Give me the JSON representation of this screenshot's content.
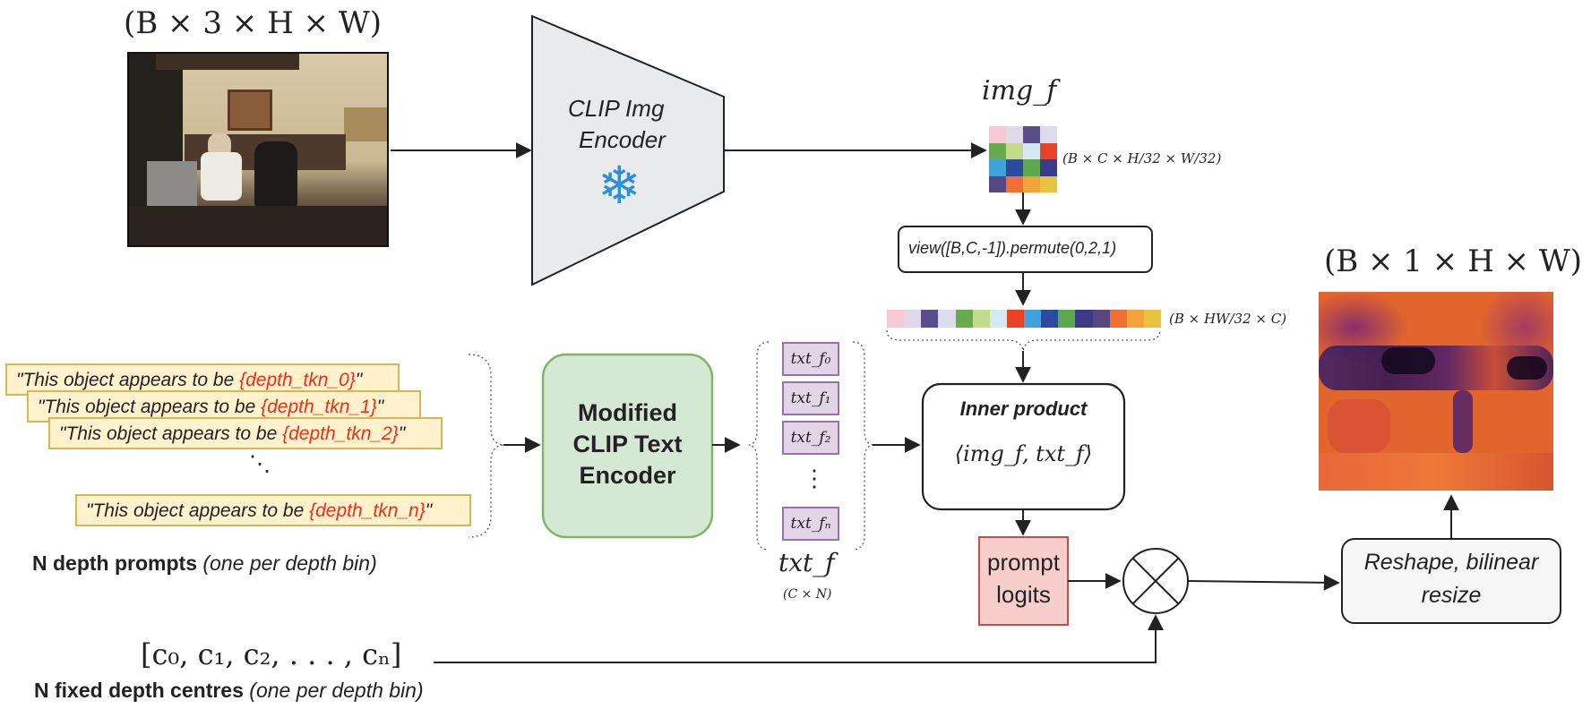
{
  "input": {
    "shape_label": "(B × 3 × H × W)"
  },
  "image_encoder": {
    "line1": "CLIP Img",
    "line2": "Encoder",
    "frozen_icon": "snowflake-icon"
  },
  "img_features": {
    "label": "img_f",
    "shape_label": "(B × C × H/32 × W/32)",
    "grid_colors": [
      "#f7c9d3",
      "#e0d9e9",
      "#5a4e8a",
      "#dcdcec",
      "#6aaa4e",
      "#c3dc8b",
      "#d4e8f5",
      "#e84325",
      "#3fa2db",
      "#2c4aa0",
      "#5da84c",
      "#3b3b8a",
      "#574680",
      "#f07033",
      "#f2a33a",
      "#e6c440"
    ]
  },
  "view_op": {
    "label": "view([B,C,-1]).permute(0,2,1)"
  },
  "flat_features": {
    "shape_label": "(B × HW/32 × C)",
    "strip_colors": [
      "#f7c9d3",
      "#e0d9e9",
      "#5a4e8a",
      "#dcdcec",
      "#6aaa4e",
      "#c3dc8b",
      "#d4e8f5",
      "#e84325",
      "#3fa2db",
      "#2c4aa0",
      "#5da84c",
      "#3b3b8a",
      "#574680",
      "#f07033",
      "#f2a33a",
      "#e6c440"
    ]
  },
  "prompts": {
    "items": [
      {
        "prefix": "\"This object appears to be ",
        "token": "{depth_tkn_0}",
        "suffix": "\""
      },
      {
        "prefix": "\"This object appears to be ",
        "token": "{depth_tkn_1}",
        "suffix": "\""
      },
      {
        "prefix": "\"This object appears to be ",
        "token": "{depth_tkn_2}",
        "suffix": "\""
      },
      {
        "prefix": "\"This object appears to be ",
        "token": "{depth_tkn_n}",
        "suffix": "\""
      }
    ],
    "ellipsis": "⋱",
    "caption_bold": "N depth prompts",
    "caption_italic": "(one per depth bin)"
  },
  "text_encoder": {
    "line1": "Modified",
    "line2": "CLIP Text",
    "line3": "Encoder"
  },
  "text_features": {
    "cells": [
      "txt_f₀",
      "txt_f₁",
      "txt_f₂",
      "txt_fₙ"
    ],
    "vdots": "⋮",
    "label": "txt_f",
    "shape_label": "(C × N)"
  },
  "inner_product": {
    "title": "Inner product",
    "formula": "⟨img_f, txt_f⟩"
  },
  "prompt_logits": {
    "line1": "prompt",
    "line2": "logits",
    "fill": "#f8cecc",
    "stroke": "#b85450"
  },
  "depth_centres": {
    "vector": "[c₀, c₁, c₂, . . . , cₙ]",
    "caption_bold": "N fixed depth centres",
    "caption_italic": "(one per depth bin)"
  },
  "multiply": {
    "icon": "otimes-icon"
  },
  "reshape": {
    "line1": "Reshape, bilinear",
    "line2": "resize"
  },
  "output": {
    "shape_label": "(B × 1 × H × W)"
  },
  "colors": {
    "text_encoder_fill": "#d5e8d4",
    "text_encoder_stroke": "#82b366",
    "prompt_fill": "#fff2cc",
    "prompt_stroke": "#d6b656",
    "token": "#e8311a",
    "snowflake": "#2e8fd6"
  }
}
